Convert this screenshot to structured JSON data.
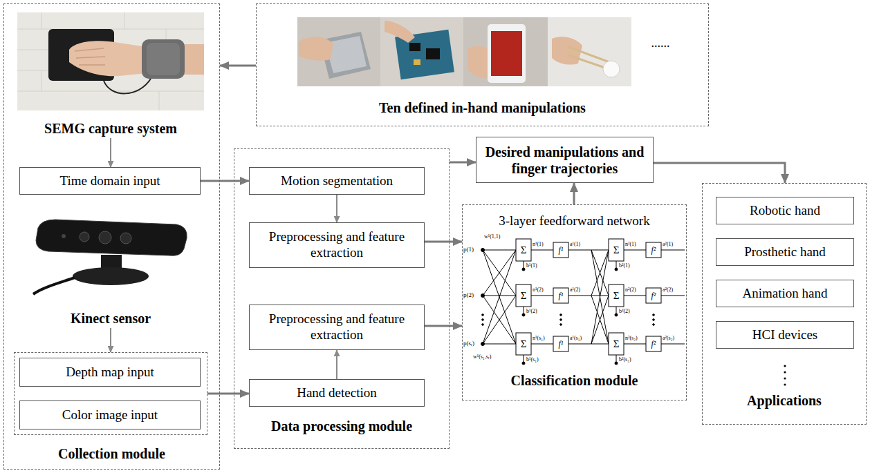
{
  "diagram": {
    "nodes": [
      {
        "text": [
          "Collection module"
        ]
      },
      {
        "text": [
          "SEMG capture system"
        ],
        "in": 0
      },
      {
        "text": [
          "Time domain input"
        ],
        "in": 0
      },
      {
        "text": [
          "Kinect sensor"
        ],
        "in": 0
      },
      {
        "text": [],
        "in": 0
      },
      {
        "text": [
          "Depth map input"
        ],
        "in": 4
      },
      {
        "text": [
          "Color image input"
        ],
        "in": 4
      },
      {
        "text": [
          "Ten defined in-hand manipulations"
        ]
      },
      {
        "text": [
          "Data processing module"
        ]
      },
      {
        "text": [
          "Motion segmentation"
        ],
        "in": 8
      },
      {
        "text": [
          "Preprocessing and feature extraction"
        ],
        "in": 8
      },
      {
        "text": [
          "Preprocessing and feature extraction"
        ],
        "in": 8
      },
      {
        "text": [
          "Hand detection"
        ],
        "in": 8
      },
      {
        "text": [
          "Desired manipulations and finger trajectories"
        ]
      },
      {
        "text": [
          "3-layer feedforward network",
          "Classification module"
        ]
      },
      {
        "text": [
          "Applications"
        ]
      },
      {
        "text": [
          "Robotic hand"
        ],
        "in": 15
      },
      {
        "text": [
          "Prosthetic hand"
        ],
        "in": 15
      },
      {
        "text": [
          "Animation hand"
        ],
        "in": 15
      },
      {
        "text": [
          "HCI devices"
        ],
        "in": 15
      }
    ],
    "edges": [
      {
        "from": 7,
        "to": 0,
        "arrow": "to"
      },
      {
        "from": 1,
        "to": 2,
        "arrow": "to"
      },
      {
        "from": 3,
        "to": 4,
        "arrow": "to"
      },
      {
        "from": 2,
        "to": 9,
        "arrow": "to"
      },
      {
        "from": 4,
        "to": 12,
        "arrow": "to"
      },
      {
        "from": 9,
        "to": 10,
        "arrow": "to"
      },
      {
        "from": 12,
        "to": 11,
        "arrow": "to"
      },
      {
        "from": 10,
        "to": 14,
        "arrow": "to"
      },
      {
        "from": 11,
        "to": 14,
        "arrow": "to"
      },
      {
        "from": 8,
        "to": 13,
        "arrow": "to"
      },
      {
        "from": 14,
        "to": 13,
        "arrow": "to"
      },
      {
        "from": 13,
        "to": 15,
        "arrow": "to"
      }
    ],
    "labels": [
      "......",
      "w¹(1,1)",
      "p(1)",
      "Σ",
      "n¹(1)",
      "f¹",
      "a¹(1)",
      "b¹(1)",
      "Σ",
      "n²(1)",
      "f²",
      "a²(1)",
      "b²(1)",
      "p(2)",
      "Σ",
      "n¹(2)",
      "f¹",
      "a¹(2)",
      "b¹(2)",
      "Σ",
      "n²(2)",
      "f²",
      "a²(2)",
      "b²(2)",
      "p(sᵣ)",
      "Σ",
      "n¹(s₁)",
      "f¹",
      "a¹(s₁)",
      "b¹(s₁)",
      "Σ",
      "n²(s₂)",
      "f²",
      "a²(s₂)",
      "b²(s₂)",
      "w¹(s₁,sᵣ)"
    ]
  }
}
